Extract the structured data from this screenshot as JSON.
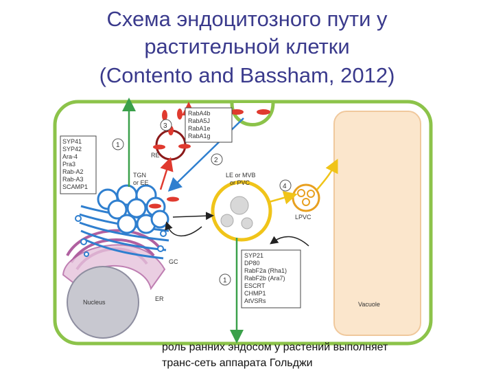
{
  "title": {
    "line1": "Схема эндоцитозного пути у",
    "line2": "растительной клетки",
    "line3": "(Contento and Bassham, 2012)"
  },
  "labels": {
    "step1_top": "1",
    "step2": "2",
    "step3": "3",
    "step4": "4",
    "step1_bottom": "1",
    "re": "RE",
    "tgn_line1": "TGN",
    "tgn_line2": "or EE",
    "le_line1": "LE or MVB",
    "le_line2": "or PVC",
    "lpvc": "LPVC",
    "gc": "GC",
    "er": "ER",
    "nucleus": "Nucleus",
    "vacuole": "Vacuole"
  },
  "rab_box": [
    "RabA4b",
    "RabA5J",
    "RabA1e",
    "RabA1g"
  ],
  "syp_box": [
    "SYP41",
    "SYP42",
    "Ara-4",
    "Pra3",
    "Rab-A2",
    "Rab-A3",
    "SCAMP1"
  ],
  "mvb_box": [
    "SYP21",
    "DP80",
    "RabF2a (Rha1)",
    "RabF2b (Ara7)",
    "ESCRT",
    "CHMP1",
    "AtVSRs"
  ],
  "caption": {
    "line1": "роль ранних эндосом у растений выполняет",
    "line2": "транс-сеть аппарата Гольджи"
  },
  "colors": {
    "title": "#3a3a8c",
    "cell_wall": "#8cc34a",
    "endosome_blue": "#2f7fcf",
    "mvb_yellow": "#f0c419",
    "lpvc_orange": "#e8a020",
    "vacuole": "#fbe6cc",
    "re_dark_red": "#8b1a1a",
    "arrow_red": "#e03a2f",
    "arrow_green": "#3aa04a",
    "arrow_blue": "#2f7fcf",
    "er_purple": "#b060a0",
    "nucleus_grey": "#c8c8d0"
  }
}
